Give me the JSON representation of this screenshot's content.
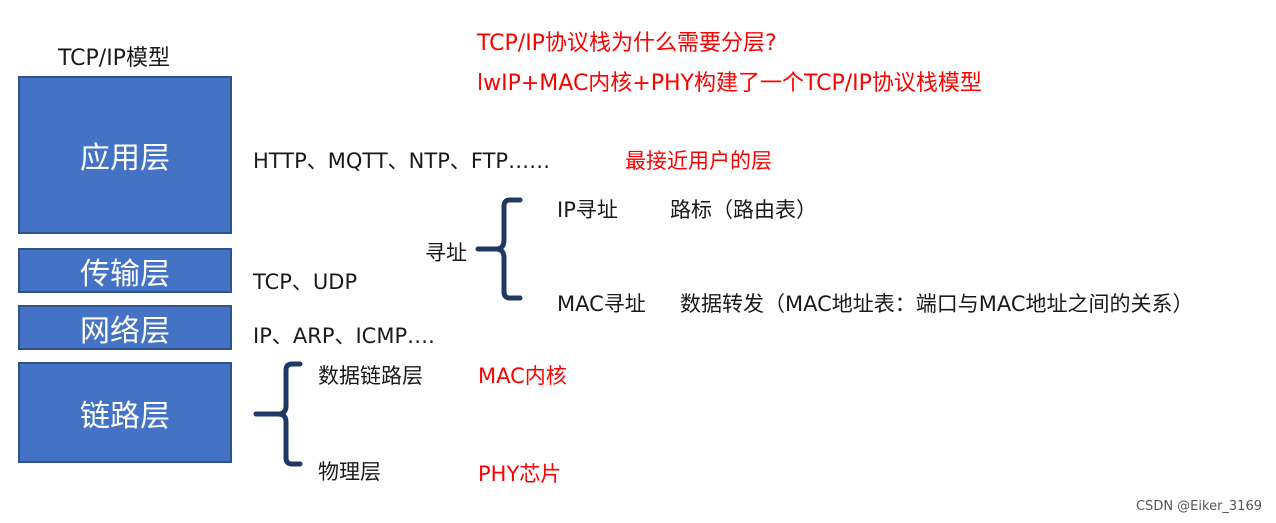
{
  "model_title": "TCP/IP模型",
  "question_1": "TCP/IP协议栈为什么需要分层?",
  "question_2": "lwIP+MAC内核+PHY构建了一个TCP/IP协议栈模型",
  "layers": [
    {
      "label": "应用层",
      "protocols": "HTTP、MQTT、NTP、FTP……",
      "note": "最接近用户的层"
    },
    {
      "label": "传输层",
      "protocols": "TCP、UDP"
    },
    {
      "label": "网络层",
      "protocols": "IP、ARP、ICMP….",
      "group_label": "寻址"
    },
    {
      "label": "链路层"
    }
  ],
  "addressing": {
    "ip": {
      "label": "IP寻址",
      "desc": "路标（路由表）"
    },
    "mac": {
      "label": "MAC寻址",
      "desc": "数据转发（MAC地址表：端口与MAC地址之间的关系）"
    }
  },
  "link_sublayers": {
    "datalink": {
      "label": "数据链路层",
      "impl": "MAC内核"
    },
    "physical": {
      "label": "物理层",
      "impl": "PHY芯片"
    }
  },
  "footer": "CSDN @Eiker_3169",
  "colors": {
    "layer_fill": "#4472c4",
    "layer_border": "#2f528f",
    "accent": "#ff0000",
    "brace": "#1f3864"
  }
}
